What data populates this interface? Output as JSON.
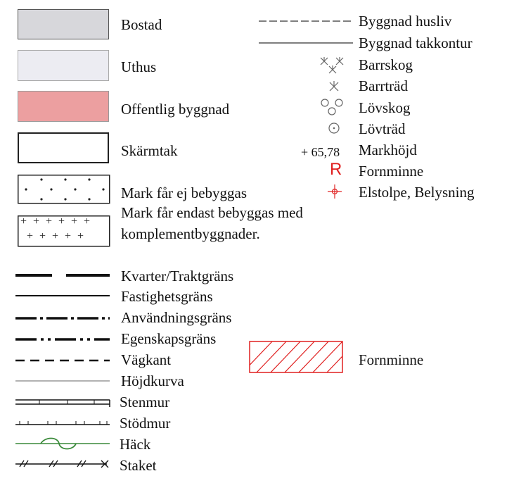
{
  "legend": {
    "fills": [
      {
        "key": "bostad",
        "label": "Bostad",
        "color": "#d7d7db"
      },
      {
        "key": "uthus",
        "label": "Uthus",
        "color": "#ececf2"
      },
      {
        "key": "offentlig",
        "label": "Offentlig byggnad",
        "color": "#ec9fa0"
      },
      {
        "key": "skarmtak",
        "label": "Skärmtak",
        "color": "#ffffff"
      }
    ],
    "land": [
      {
        "key": "ej-bebyggas",
        "label": "Mark får ej bebyggas"
      },
      {
        "key": "komplement",
        "label_line1": "Mark får endast bebyggas med",
        "label_line2": "komplementbyggnader."
      }
    ],
    "lines": [
      {
        "key": "kvarter",
        "label": "Kvarter/Traktgräns"
      },
      {
        "key": "fastighet",
        "label": "Fastighetsgräns"
      },
      {
        "key": "anvandning",
        "label": "Användningsgräns"
      },
      {
        "key": "egenskap",
        "label": "Egenskapsgräns"
      },
      {
        "key": "vagkant",
        "label": "Vägkant"
      },
      {
        "key": "hojdkurva",
        "label": "Höjdkurva"
      },
      {
        "key": "stenmur",
        "label": "Stenmur"
      },
      {
        "key": "stodmur",
        "label": "Stödmur"
      },
      {
        "key": "hack",
        "label": "Häck",
        "color": "#3a8a3a"
      },
      {
        "key": "staket",
        "label": "Staket"
      }
    ],
    "symbols": [
      {
        "key": "husliv",
        "label": "Byggnad husliv"
      },
      {
        "key": "takkontur",
        "label": "Byggnad takkontur"
      },
      {
        "key": "barrskog",
        "label": "Barrskog"
      },
      {
        "key": "barrtrad",
        "label": "Barrträd"
      },
      {
        "key": "lovskog",
        "label": "Lövskog"
      },
      {
        "key": "lovtrad",
        "label": "Lövträd"
      },
      {
        "key": "markhojd",
        "label": "Markhöjd",
        "prefix": "+ 65,78"
      },
      {
        "key": "fornminne-sym",
        "label": "Fornminne",
        "glyph": "R",
        "color": "#e02020"
      },
      {
        "key": "elstolpe",
        "label": "Elstolpe, Belysning",
        "color": "#e02020"
      }
    ],
    "area": {
      "key": "fornminne-area",
      "label": "Fornminne",
      "color": "#e02020"
    }
  }
}
